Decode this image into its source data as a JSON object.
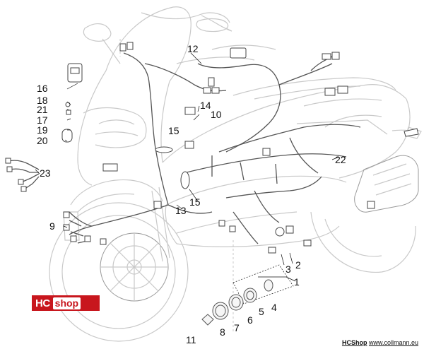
{
  "callouts": {
    "c1": "1",
    "c2": "2",
    "c3": "3",
    "c4": "4",
    "c5": "5",
    "c6": "6",
    "c7": "7",
    "c8": "8",
    "c9": "9",
    "c10": "10",
    "c11": "11",
    "c12": "12",
    "c13": "13",
    "c14": "14",
    "c15a": "15",
    "c15b": "15",
    "c16": "16",
    "c17": "17",
    "c18": "18",
    "c19": "19",
    "c20": "20",
    "c21": "21",
    "c22": "22",
    "c23": "23"
  },
  "logo": {
    "hc": "HC",
    "shop": "shop"
  },
  "footer": {
    "brand": "HCShop",
    "url": "www.collmann.eu"
  },
  "colors": {
    "logo_red": "#c8161d",
    "outline": "#c9c9c9",
    "wire": "#555555"
  }
}
